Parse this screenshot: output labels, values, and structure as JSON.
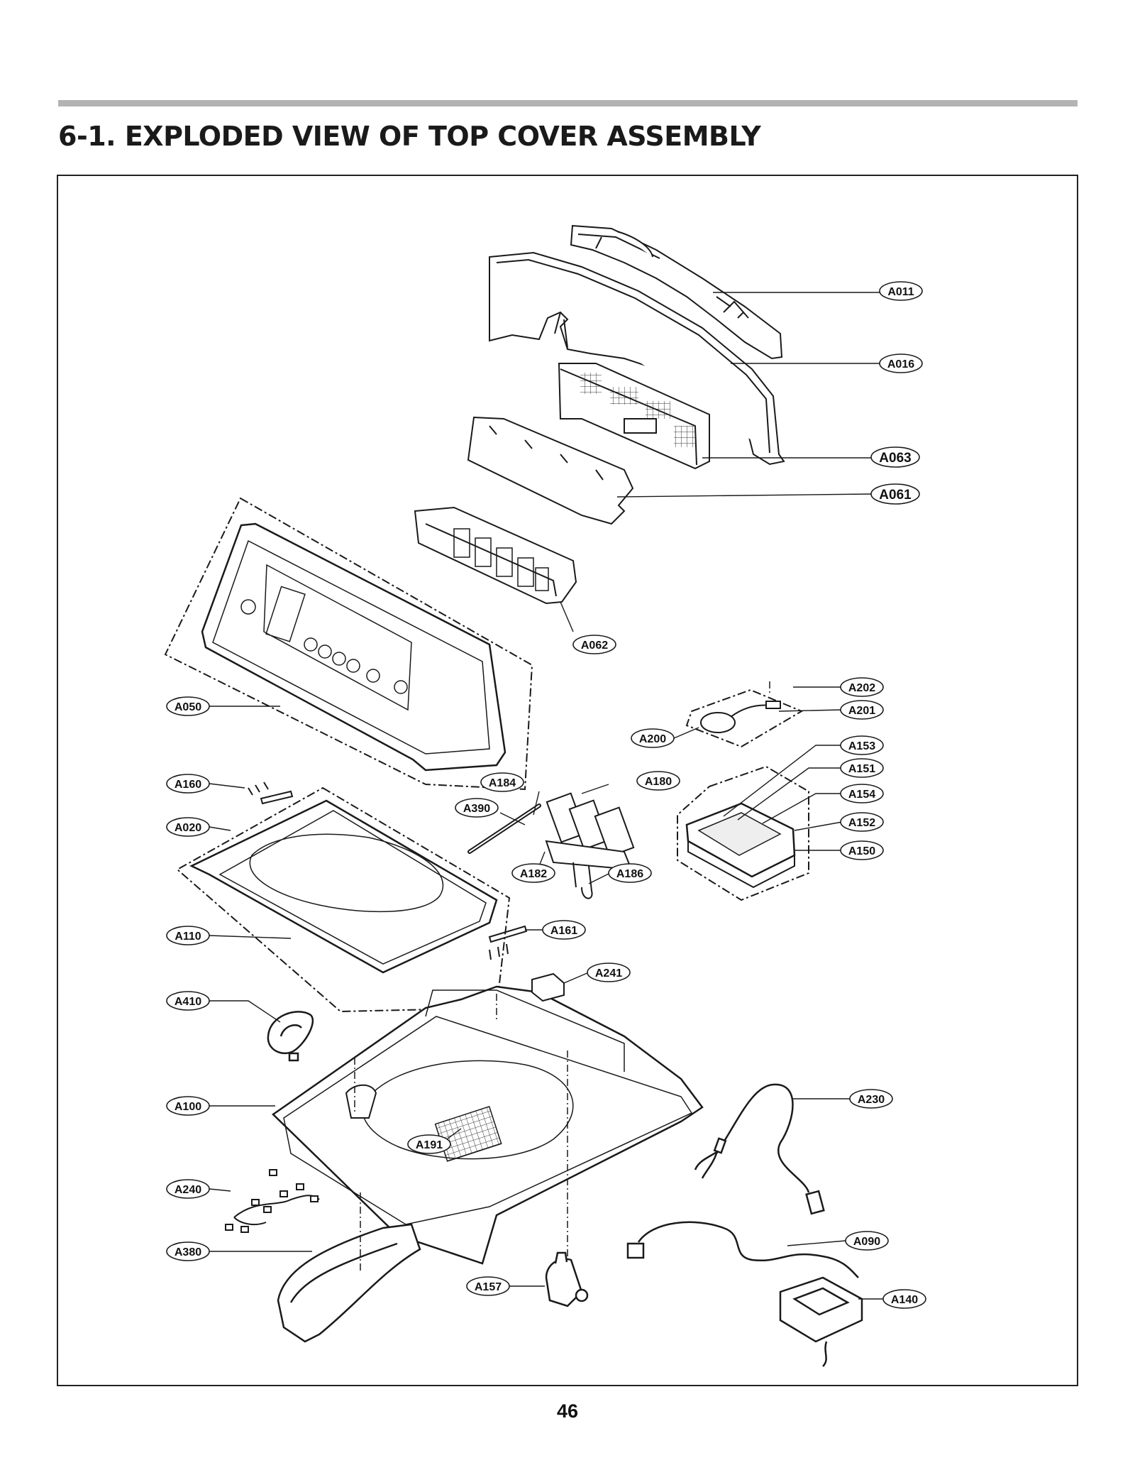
{
  "page": {
    "title": "6-1. EXPLODED VIEW OF TOP COVER ASSEMBLY",
    "page_number": "46"
  },
  "parts": [
    {
      "id": "A011",
      "label": "A011"
    },
    {
      "id": "A016",
      "label": "A016"
    },
    {
      "id": "A063",
      "label": "A063"
    },
    {
      "id": "A061",
      "label": "A061"
    },
    {
      "id": "A062",
      "label": "A062"
    },
    {
      "id": "A202",
      "label": "A202"
    },
    {
      "id": "A201",
      "label": "A201"
    },
    {
      "id": "A200",
      "label": "A200"
    },
    {
      "id": "A153",
      "label": "A153"
    },
    {
      "id": "A151",
      "label": "A151"
    },
    {
      "id": "A154",
      "label": "A154"
    },
    {
      "id": "A152",
      "label": "A152"
    },
    {
      "id": "A150",
      "label": "A150"
    },
    {
      "id": "A050",
      "label": "A050"
    },
    {
      "id": "A160",
      "label": "A160"
    },
    {
      "id": "A184",
      "label": "A184"
    },
    {
      "id": "A180",
      "label": "A180"
    },
    {
      "id": "A390",
      "label": "A390"
    },
    {
      "id": "A020",
      "label": "A020"
    },
    {
      "id": "A182",
      "label": "A182"
    },
    {
      "id": "A186",
      "label": "A186"
    },
    {
      "id": "A110",
      "label": "A110"
    },
    {
      "id": "A161",
      "label": "A161"
    },
    {
      "id": "A241",
      "label": "A241"
    },
    {
      "id": "A410",
      "label": "A410"
    },
    {
      "id": "A100",
      "label": "A100"
    },
    {
      "id": "A230",
      "label": "A230"
    },
    {
      "id": "A191",
      "label": "A191"
    },
    {
      "id": "A240",
      "label": "A240"
    },
    {
      "id": "A090",
      "label": "A090"
    },
    {
      "id": "A380",
      "label": "A380"
    },
    {
      "id": "A157",
      "label": "A157"
    },
    {
      "id": "A140",
      "label": "A140"
    }
  ]
}
